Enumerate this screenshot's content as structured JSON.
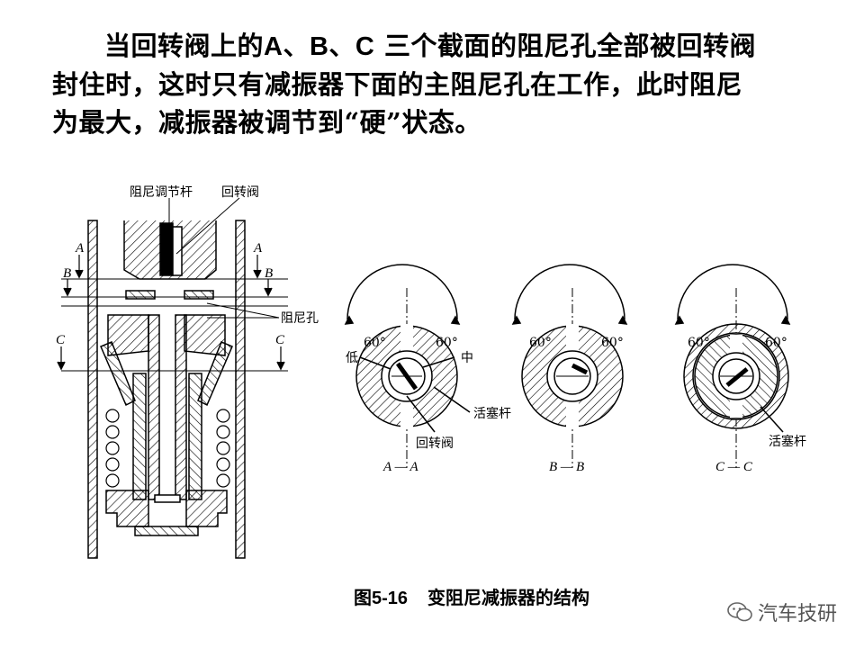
{
  "paragraph": {
    "line1_prefix": "当回转阀上的",
    "line1_abc": "A、B、C",
    "line1_suffix": "三个截面的阻尼孔全部被回转阀",
    "line2": "封住时，这时只有减振器下面的主阻尼孔在工作，此时阻尼",
    "line3": "为最大，减振器被调节到“硬”状态。"
  },
  "figure": {
    "labels": {
      "rod": "阻尼调节杆",
      "rotary_valve_top": "回转阀",
      "damping_hole": "阻尼孔",
      "sec_A": "A",
      "sec_B": "B",
      "sec_C": "C",
      "angle": "60°",
      "low": "低",
      "mid": "中",
      "piston_rod_a": "活塞杆",
      "rotary_valve_a": "回转阀",
      "piston_rod_c": "活塞杆",
      "view_a": "A — A",
      "view_b": "B — B",
      "view_c": "C — C"
    }
  },
  "caption": {
    "number": "图5-16",
    "title": "变阻尼减振器的结构"
  },
  "watermark": {
    "text": "汽车技研",
    "icon": "wechat-icon"
  }
}
